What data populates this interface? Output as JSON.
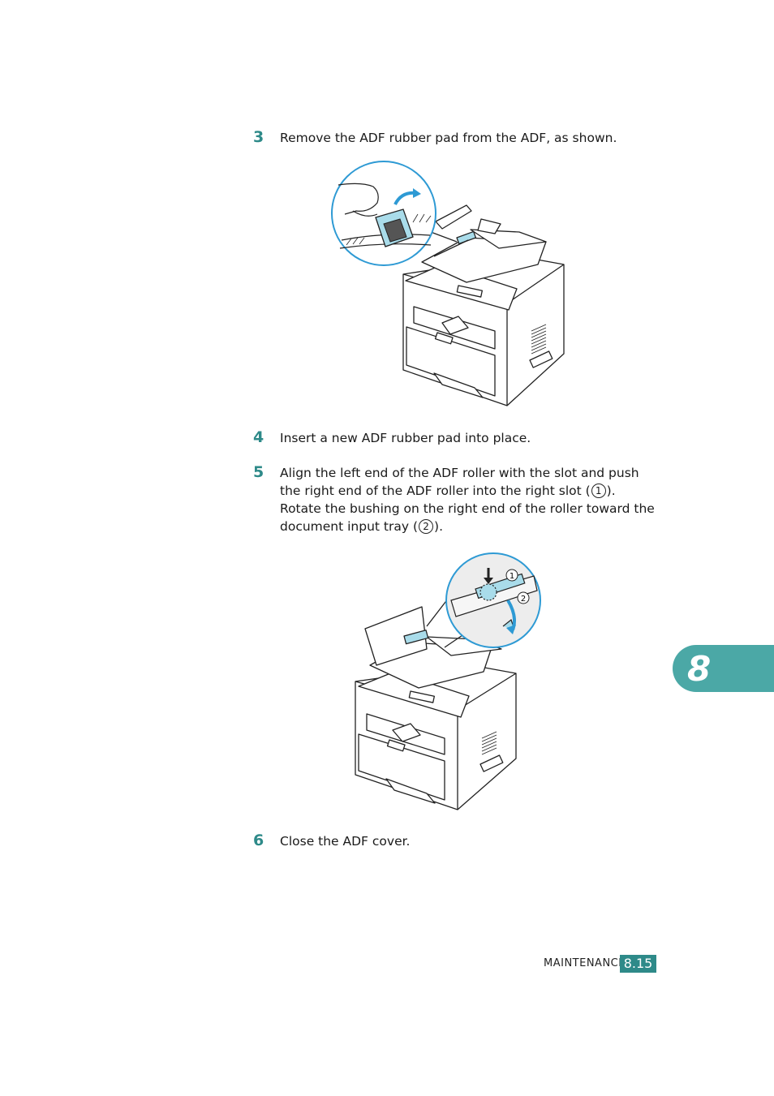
{
  "steps": [
    {
      "num": "3",
      "text": "Remove the ADF rubber pad from the ADF, as shown."
    },
    {
      "num": "4",
      "text": "Insert a new ADF rubber pad into place."
    },
    {
      "num": "5",
      "line1": "Align the left end of the ADF roller with the slot and push",
      "line2a": "the right end of the ADF roller into the right slot (",
      "callout1": "1",
      "line2b": ").",
      "line3": "Rotate the bushing on the right end of the roller toward the",
      "line4a": "document input tray (",
      "callout2": "2",
      "line4b": ")."
    },
    {
      "num": "6",
      "text": "Close the ADF cover."
    }
  ],
  "figure2_callouts": [
    "1",
    "2"
  ],
  "chapter_tab": "8",
  "footer": {
    "label": "MAINTENANCE",
    "page": "8.15"
  },
  "colors": {
    "accent": "#2e8a89",
    "tab": "#4ba8a6",
    "highlight": "#a9dcea"
  }
}
